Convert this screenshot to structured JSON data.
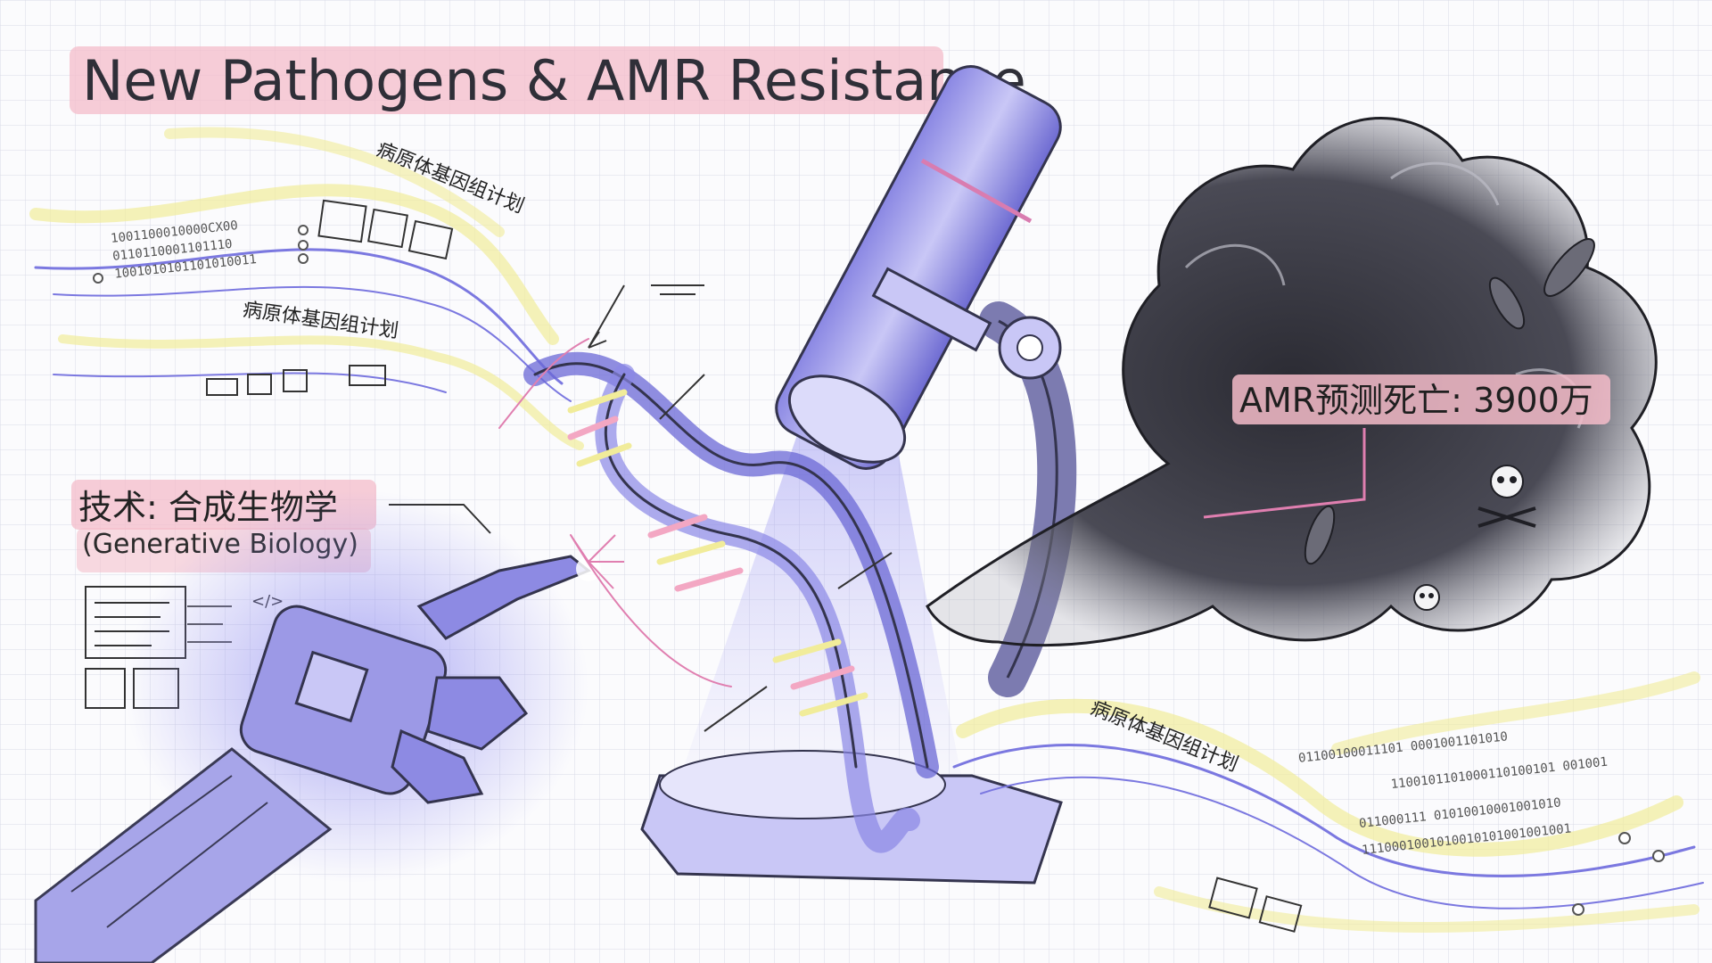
{
  "title": "New Pathogens & AMR Resistance",
  "pathogen_genome_label_1": "病原体基因组计划",
  "pathogen_genome_label_2": "病原体基因组计划",
  "pathogen_genome_label_3": "病原体基因组计划",
  "tech_label": "技术: 合成生物学",
  "tech_sublabel": "(Generative Biology)",
  "amr_label": "AMR预测死亡: 3900万",
  "code_glyph": "</>",
  "binary_left": [
    "1001100010000CX00",
    "0110110001101110",
    "1001010101101010011"
  ],
  "binary_right": [
    "01100100011101 0001001101010",
    "1100101101000110100101 001001",
    "011000111 01010010001001010",
    "1110001001010010101001001001"
  ],
  "colors": {
    "accent_purple": "#7b78e0",
    "highlight_pink": "#f2b6c6",
    "highlight_yellow": "#f1ec9a",
    "smoke_dark": "#2b2b33"
  }
}
